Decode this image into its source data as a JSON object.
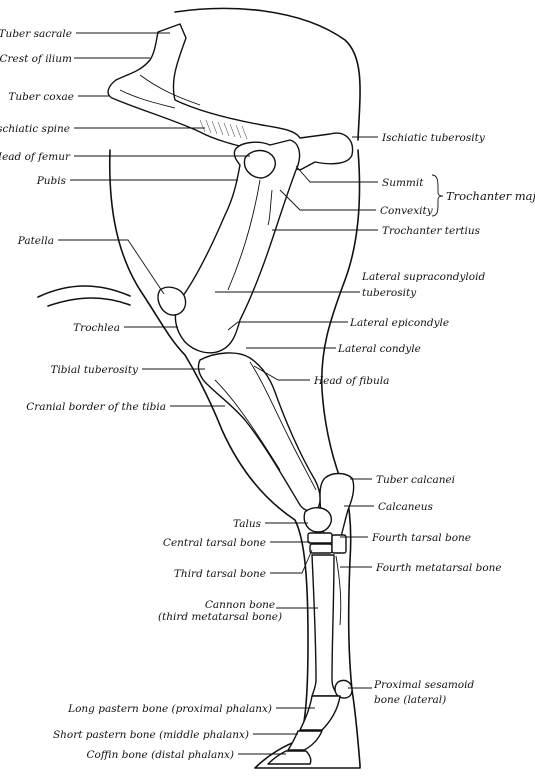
{
  "labels": {
    "tuber_sacrale": "Tuber sacrale",
    "crest_of_ilium": "Crest of ilium",
    "tuber_coxae": "Tuber coxae",
    "ischiatic_spine": "Ischiatic spine",
    "head_of_femur": "Head of femur",
    "pubis": "Pubis",
    "patella": "Patella",
    "trochlea": "Trochlea",
    "tibial_tuberosity": "Tibial tuberosity",
    "cranial_border_tibia": "Cranial border of the tibia",
    "talus": "Talus",
    "central_tarsal_bone": "Central tarsal bone",
    "third_tarsal_bone": "Third tarsal bone",
    "cannon_bone_line1": "Cannon bone",
    "cannon_bone_line2": "(third metatarsal bone)",
    "long_pastern": "Long pastern bone (proximal phalanx)",
    "short_pastern": "Short pastern bone (middle phalanx)",
    "coffin_bone": "Coffin bone (distal phalanx)",
    "ischiatic_tuberosity": "Ischiatic tuberosity",
    "summit": "Summit",
    "convexity": "Convexity",
    "trochanter_major": "Trochanter major",
    "trochanter_tertius": "Trochanter tertius",
    "lat_supracondyloid_line1": "Lateral supracondyloid",
    "lat_supracondyloid_line2": "tuberosity",
    "lateral_epicondyle": "Lateral epicondyle",
    "lateral_condyle": "Lateral condyle",
    "head_of_fibula": "Head of fibula",
    "tuber_calcanei": "Tuber calcanei",
    "calcaneus": "Calcaneus",
    "fourth_tarsal_bone": "Fourth tarsal bone",
    "fourth_metatarsal_bone": "Fourth metatarsal bone",
    "prox_sesamoid_line1": "Proximal sesamoid",
    "prox_sesamoid_line2": "bone (lateral)"
  }
}
